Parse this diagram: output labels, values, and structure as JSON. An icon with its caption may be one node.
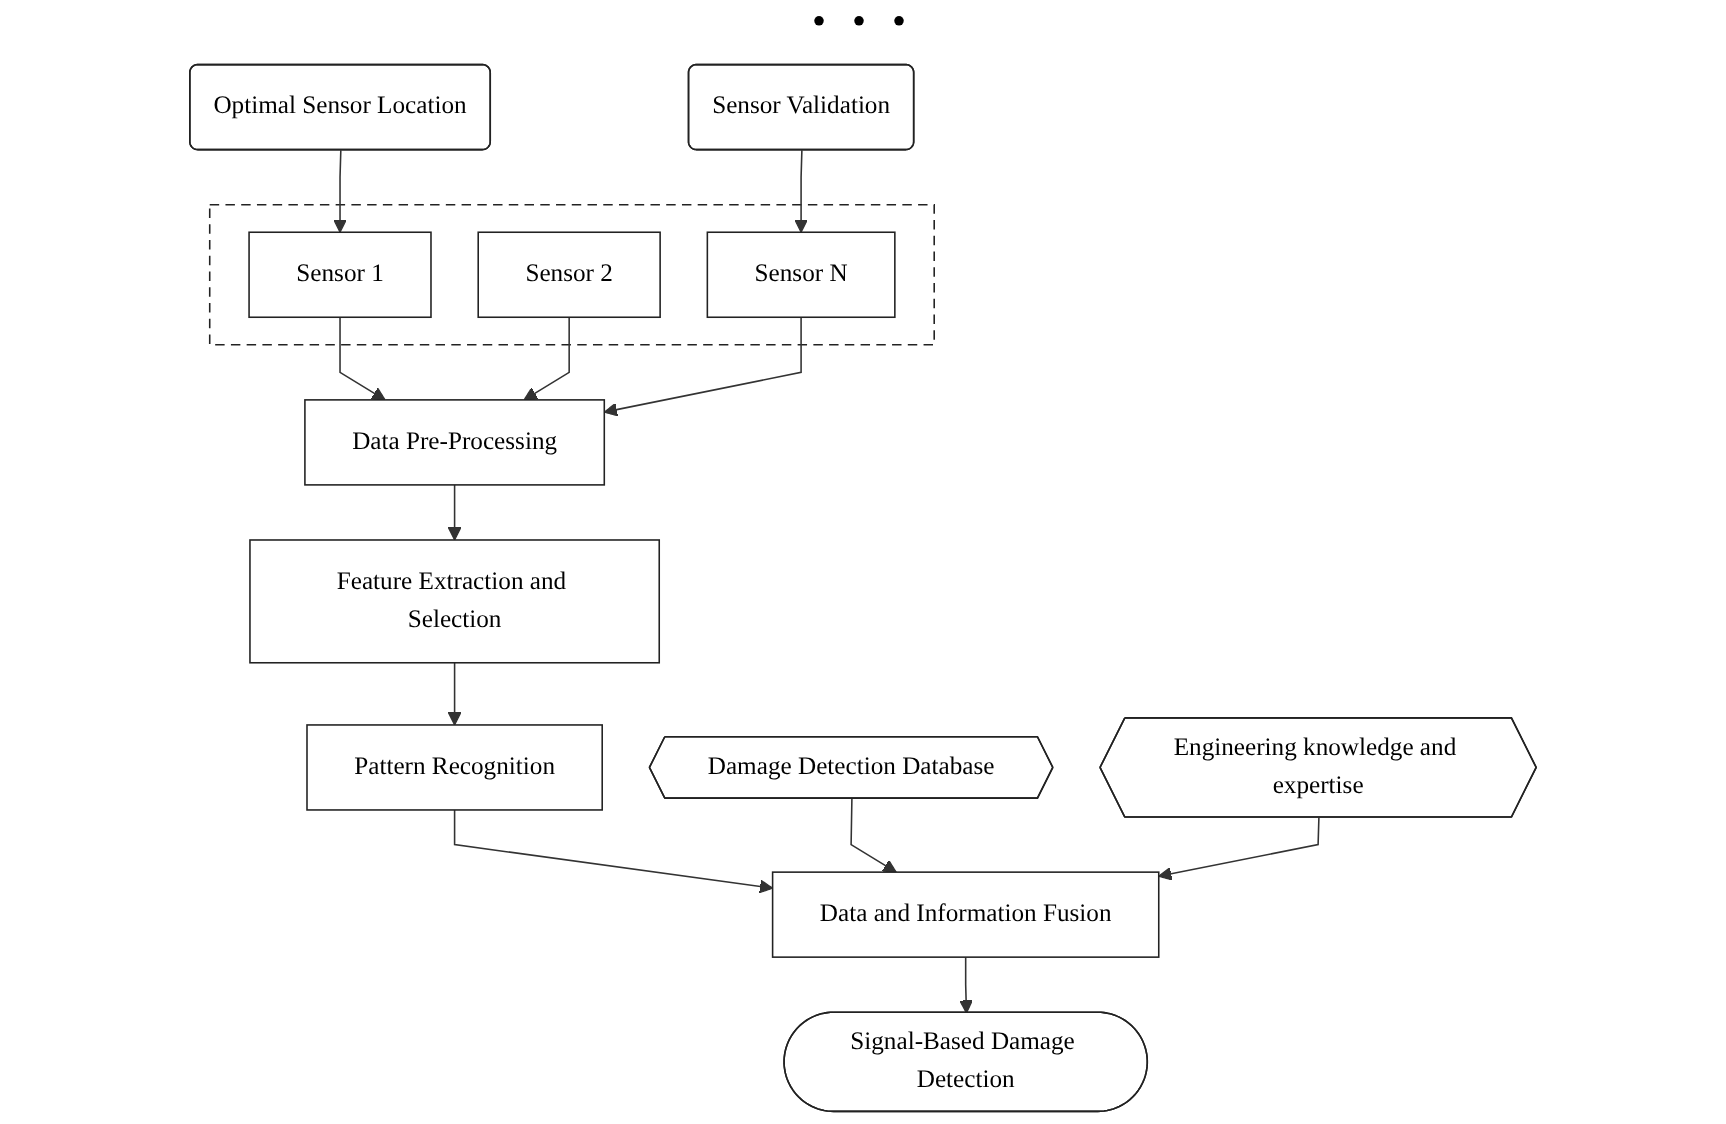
{
  "diagram": {
    "nodes": [
      {
        "text": [],
        "shape": "box"
      },
      {
        "text": [
          "Sensor 1"
        ],
        "in": 0
      },
      {
        "text": [
          "Sensor 2"
        ],
        "in": 0
      },
      {
        "text": [
          "Sensor N"
        ],
        "in": 0
      },
      {
        "text": [
          "Optimal Sensor Location"
        ]
      },
      {
        "text": [
          "Data Pre-Processing"
        ]
      },
      {
        "text": [
          "Sensor Validation"
        ]
      },
      {
        "text": [
          "Feature Extraction and Selection"
        ]
      },
      {
        "text": [
          "Pattern Recognition"
        ]
      },
      {
        "text": [
          "Damage Detection Database"
        ]
      },
      {
        "text": [
          "Data and Information Fusion"
        ]
      },
      {
        "text": [
          "Engineering knowledge and expertise"
        ]
      },
      {
        "text": [
          "Signal-Based Damage Detection"
        ]
      }
    ],
    "edges": [
      {
        "from": 4,
        "to": 1,
        "arrow": "to"
      },
      {
        "from": 6,
        "to": 3,
        "arrow": "to"
      },
      {
        "from": 1,
        "to": 5,
        "arrow": "to"
      },
      {
        "from": 2,
        "to": 5,
        "arrow": "to"
      },
      {
        "from": 3,
        "to": 5,
        "arrow": "to"
      },
      {
        "from": 5,
        "to": 7,
        "arrow": "to"
      },
      {
        "from": 7,
        "to": 8,
        "arrow": "to"
      },
      {
        "from": 8,
        "to": 10,
        "arrow": "to"
      },
      {
        "from": 9,
        "to": 10,
        "arrow": "to"
      },
      {
        "from": 11,
        "to": 10,
        "arrow": "to"
      },
      {
        "from": 10,
        "to": 12,
        "arrow": "to"
      }
    ],
    "labels": [
      "• • •"
    ]
  }
}
